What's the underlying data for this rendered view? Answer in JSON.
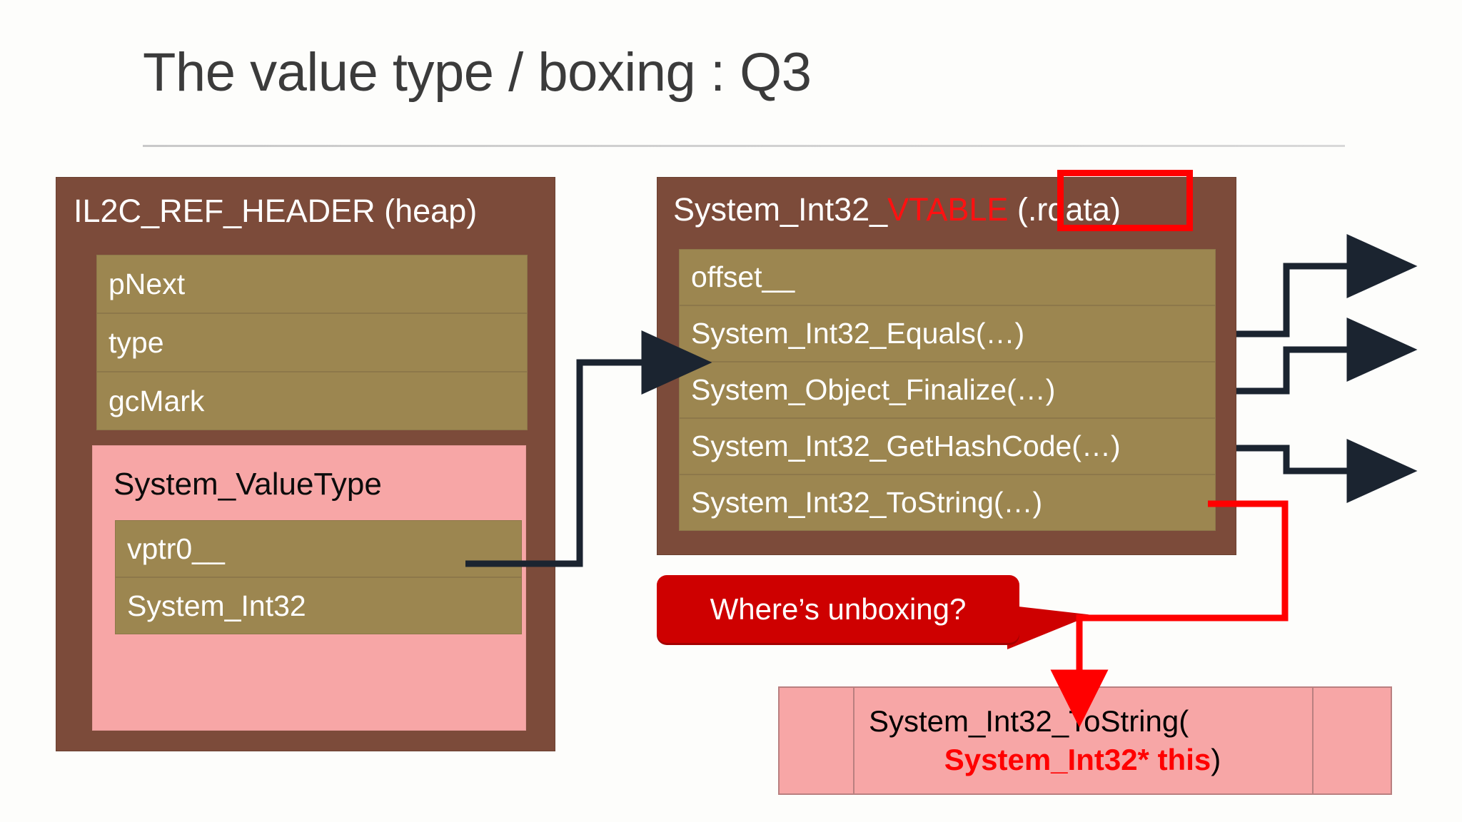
{
  "slide": {
    "title": "The value type / boxing : Q3"
  },
  "colors": {
    "brown": "#7C4B3A",
    "khaki": "#9C8650",
    "pink": "#F7A6A6",
    "red": "#CE0000",
    "bright_red": "#FF0000",
    "title_gray": "#3B3B3B",
    "white": "#FFFFFF"
  },
  "heap_box": {
    "title": "IL2C_REF_HEADER (heap)",
    "fields": [
      {
        "label": "pNext"
      },
      {
        "label": "type"
      },
      {
        "label": "gcMark"
      }
    ],
    "value_type_panel": {
      "label": "System_ValueType",
      "fields": [
        {
          "label": "vptr0__"
        },
        {
          "label": "System_Int32"
        }
      ]
    }
  },
  "vtable_box": {
    "title_prefix": "System_Int32_",
    "title_highlight": "VTABLE",
    "title_suffix": " (.rdata)",
    "entries": [
      {
        "label": "offset__"
      },
      {
        "label": "System_Int32_Equals(…)"
      },
      {
        "label": "System_Object_Finalize(…)"
      },
      {
        "label": "System_Int32_GetHashCode(…)"
      },
      {
        "label": "System_Int32_ToString(…)"
      }
    ]
  },
  "callout": {
    "text": "Where’s unboxing?"
  },
  "callee_box": {
    "line1": "System_Int32_ToString(",
    "line2_red": "System_Int32* this",
    "line2_tail": ")"
  }
}
